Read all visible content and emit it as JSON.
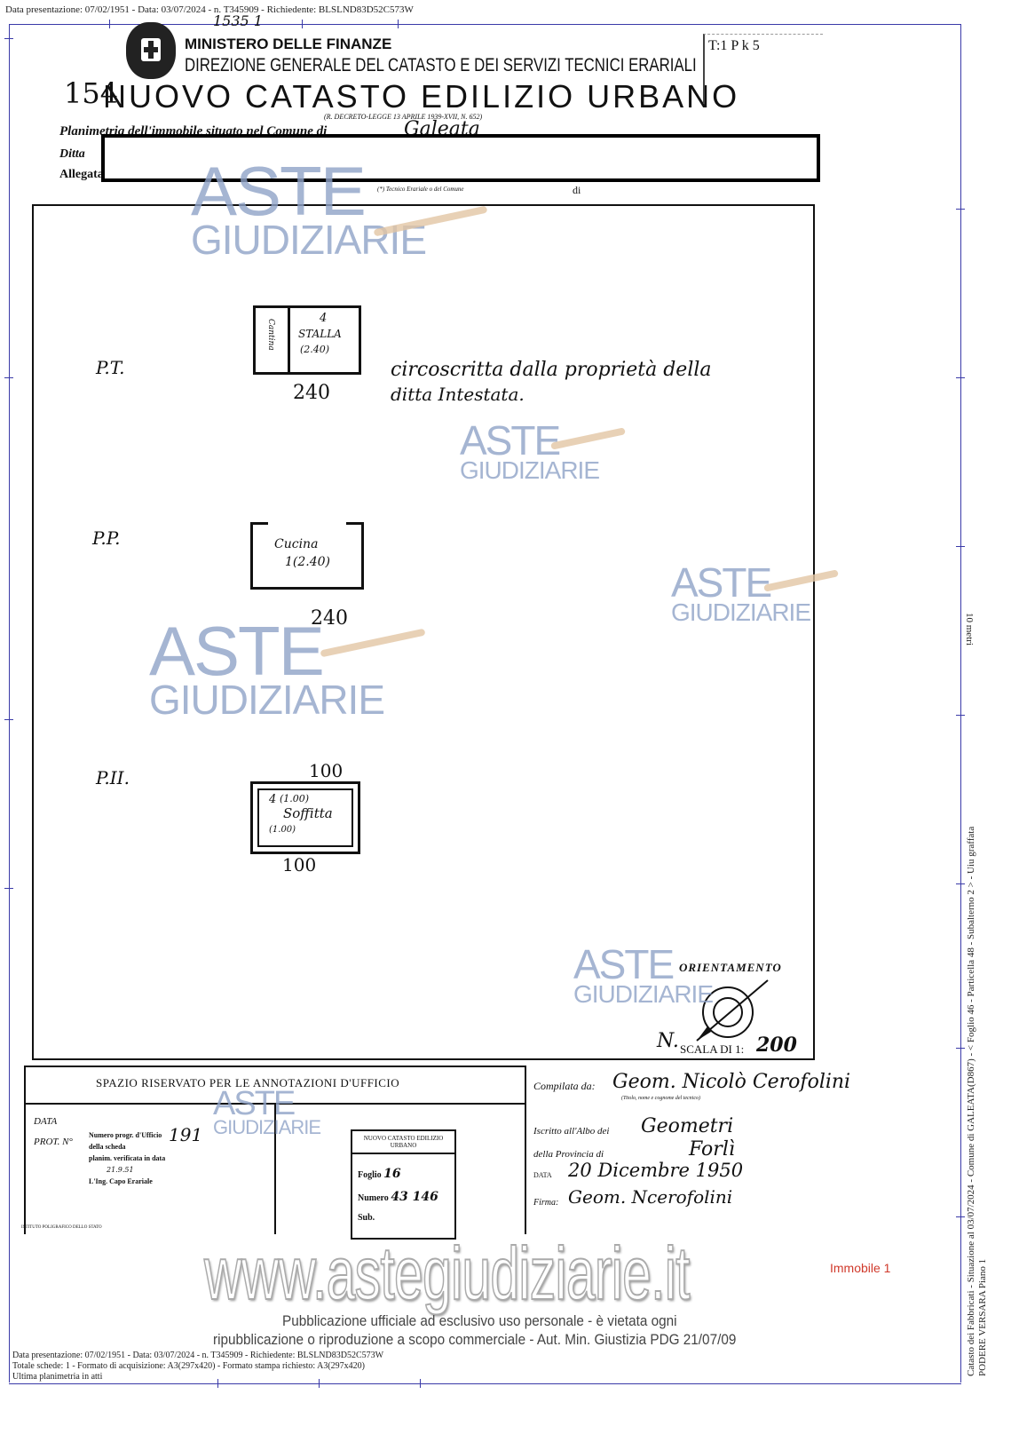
{
  "meta_top": "Data presentazione: 07/02/1951 - Data: 03/07/2024 - n. T345909 - Richiedente: BLSLND83D52C573W",
  "meta_bottom": [
    "Data presentazione: 07/02/1951 - Data: 03/07/2024 - n. T345909 - Richiedente: BLSLND83D52C573W",
    "Totale schede: 1 - Formato di acquisizione: A3(297x420)  - Formato stampa richiesto: A3(297x420)",
    "Ultima planimetria in atti"
  ],
  "side_text": [
    "Catasto dei Fabbricati - Situazione al 03/07/2024 - Comune di GALEATA(D867) - < Foglio 46 - Particella 48 - Subalterno 2 > - Uiu graffata",
    "PODERE VERSARA Piano 1"
  ],
  "scale_marker": "10 metri",
  "header": {
    "handwritten_number": "1535 1",
    "ministry": "MINISTERO DELLE FINANZE",
    "direction": "DIREZIONE GENERALE DEL CATASTO E DEI SERVIZI TECNICI ERARIALI",
    "sheet_number": "154",
    "title": "NUOVO CATASTO EDILIZIO URBANO",
    "decree": "(R. DECRETO-LEGGE 13 APRILE 1939-XVII, N. 652)",
    "stamp": "T:1 P k 5",
    "field_planimetria": "Planimetria dell'immobile situato nel Comune di",
    "field_comune": "Galeata",
    "field_ditta": "Ditta",
    "field_allegata": "Allegata",
    "footnote": "(*) Tecnico Erariale o del Comune",
    "di": "di"
  },
  "plan": {
    "floors": [
      {
        "label": "P.T.",
        "rooms": [
          "Cantina",
          "Stalla"
        ],
        "height": "(2.40)",
        "num": "4",
        "dim": "240"
      },
      {
        "label": "P.P.",
        "rooms": [
          "Cucina"
        ],
        "height": "1(2.40)",
        "dim": "240"
      },
      {
        "label": "P.II.",
        "rooms": [
          "Soffitta"
        ],
        "heights": [
          "(1.00)",
          "(1.00)"
        ],
        "num": "4",
        "dim_top": "100",
        "dim_bottom": "100"
      }
    ],
    "note_line1": "circoscritta dalla proprietà della",
    "note_line2": "ditta Intestata.",
    "orientation": "ORIENTAMENTO",
    "north": "N.",
    "scale_label": "SCALA DI 1:",
    "scale_value": "200"
  },
  "office": {
    "title": "SPAZIO RISERVATO PER LE ANNOTAZIONI D'UFFICIO",
    "data": "DATA",
    "prot": "PROT. N°",
    "stamp_lines": [
      "Numero progr. d'Ufficio",
      "della scheda",
      "planim. verificata in data",
      "21.9.51",
      "L'Ing. Capo Erariale"
    ],
    "stamp_number": "191",
    "box_header": "NUOVO CATASTO EDILIZIO URBANO",
    "foglio_label": "Foglio",
    "foglio": "16",
    "numero_label": "Numero",
    "numero": "43 146",
    "sub_label": "Sub.",
    "printer": "ISTITUTO POLIGRAFICO DELLO STATO"
  },
  "compiler": {
    "compilata_label": "Compilata da:",
    "compilata": "Geom. Nicolò Cerofolini",
    "compilata_note": "(Titolo, nome e cognome del tecnico)",
    "albo_label": "Iscritto all'Albo dei",
    "albo": "Geometri",
    "provincia_label": "della Provincia di",
    "provincia": "Forlì",
    "data_label": "DATA",
    "data": "20 Dicembre 1950",
    "firma_label": "Firma:",
    "firma": "Geom. Ncerofolini"
  },
  "watermark": {
    "aste": "ASTE",
    "giudiziarie": "GIUDIZIARIE",
    "site": "www.astegiudiziarie.it",
    "immobile": "Immobile 1",
    "notice_line1": "Pubblicazione ufficiale ad esclusivo uso personale - è vietata ogni",
    "notice_line2": "ripubblicazione o riproduzione a scopo commerciale - Aut. Min. Giustizia PDG 21/07/09"
  },
  "colors": {
    "frame": "#3a3aa8",
    "watermark": "#8fa3c8",
    "immobile": "#d0392b"
  }
}
